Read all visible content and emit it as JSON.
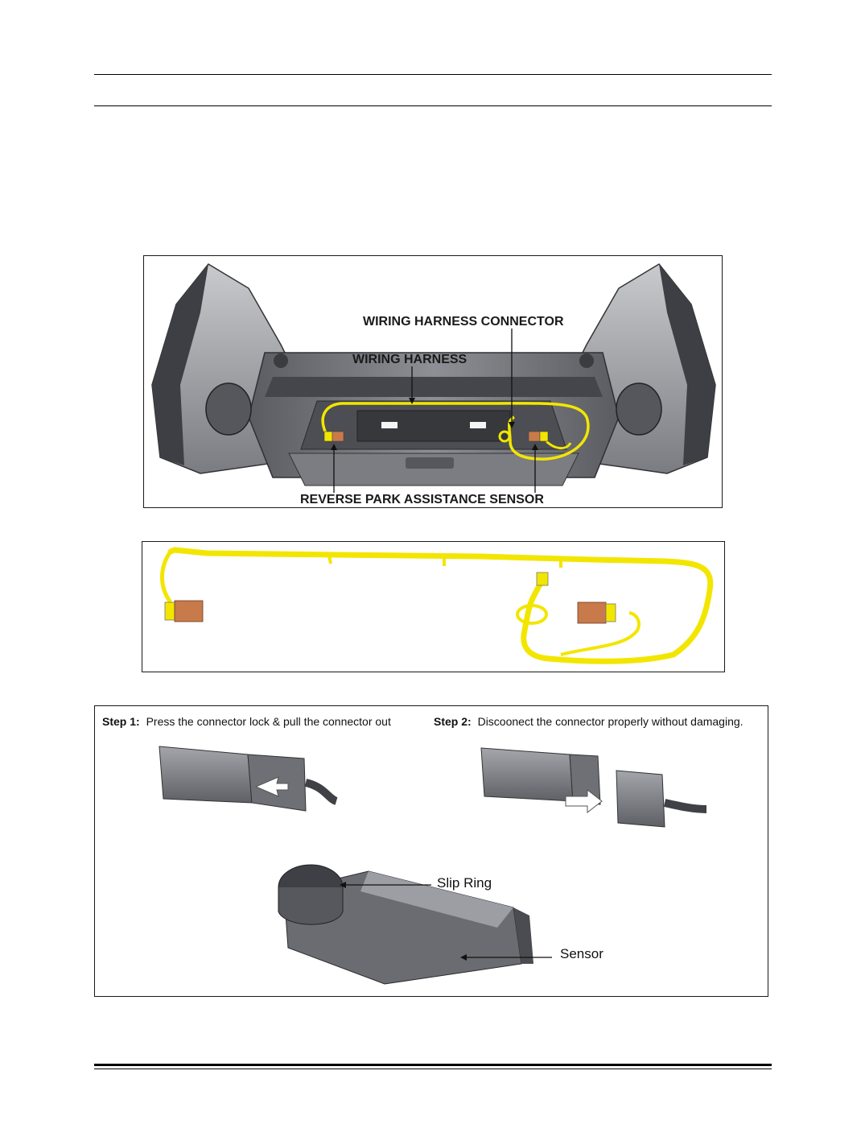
{
  "figure1": {
    "labels": {
      "connector": "WIRING HARNESS CONNECTOR",
      "harness": "WIRING HARNESS",
      "sensor": "REVERSE PARK ASSISTANCE SENSOR"
    }
  },
  "figure3": {
    "step1": {
      "prefix": "Step 1:",
      "text": "Press the connector lock & pull the connector out"
    },
    "step2": {
      "prefix": "Step 2:",
      "text": "Discoonect the connector properly without damaging."
    },
    "slip_ring": "Slip Ring",
    "sensor": "Sensor"
  },
  "colors": {
    "harness_yellow": "#f2e600",
    "sensor_copper": "#c97a4a",
    "bumper_grey": "#5a5c61"
  }
}
